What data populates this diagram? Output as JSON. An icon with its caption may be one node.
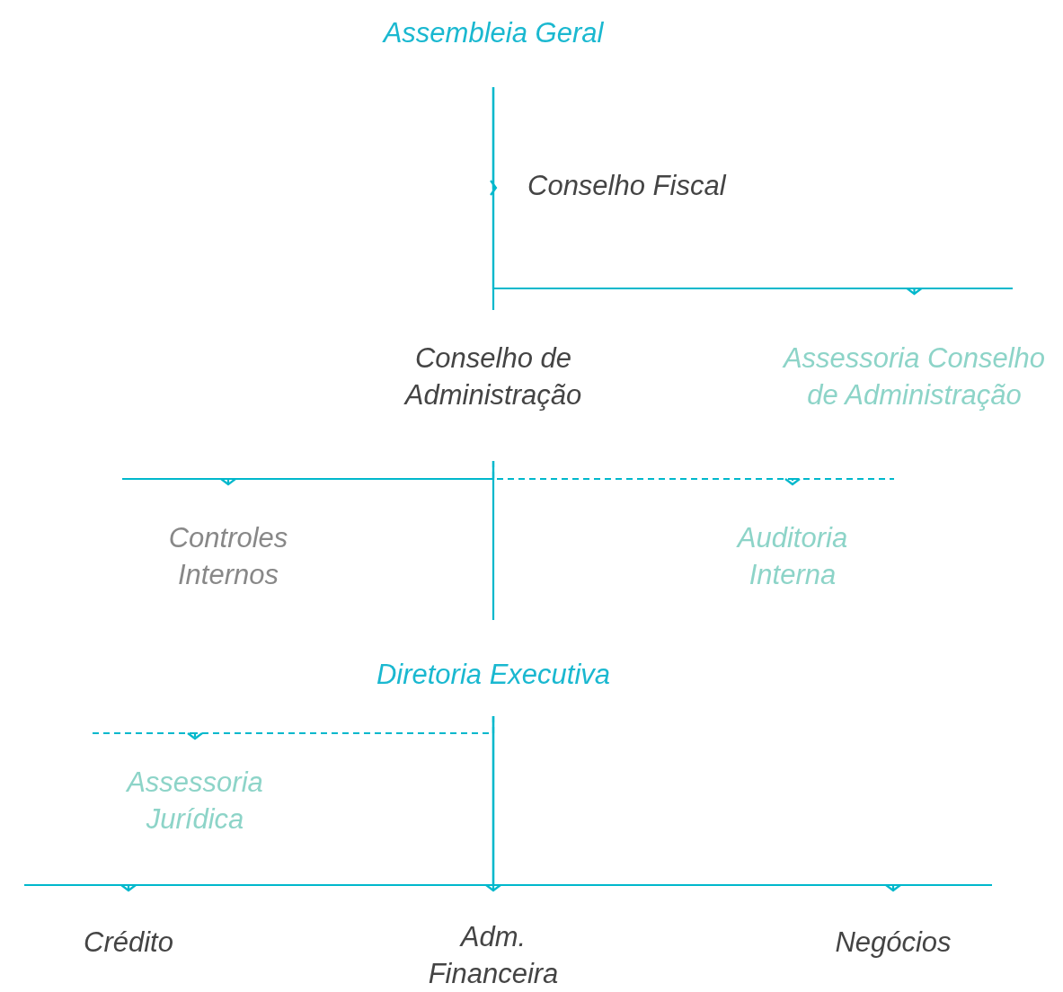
{
  "diagram": {
    "nodes": [
      {
        "text": [
          "Assembleia Geral"
        ]
      },
      {
        "text": [
          "Conselho Fiscal"
        ]
      },
      {
        "text": [
          "Conselho de Administração"
        ]
      },
      {
        "text": [
          "Assessoria Conselho de Administração"
        ]
      },
      {
        "text": [
          "Controles Internos"
        ]
      },
      {
        "text": [
          "Auditoria Interna"
        ]
      },
      {
        "text": [
          "Diretoria Executiva"
        ]
      },
      {
        "text": [
          "Assessoria Jurídica"
        ]
      },
      {
        "text": [
          "Crédito"
        ]
      },
      {
        "text": [
          "Adm. Financeira"
        ]
      },
      {
        "text": [
          "Negócios"
        ]
      }
    ],
    "edges": [
      {
        "from": 0,
        "to": 1,
        "arrow": "to"
      },
      {
        "from": 0,
        "to": 2,
        "arrow": "none"
      },
      {
        "from": 0,
        "to": 3,
        "arrow": "to"
      },
      {
        "from": 2,
        "to": 4,
        "arrow": "to"
      },
      {
        "from": 2,
        "to": 5,
        "arrow": "to",
        "style": "dashed"
      },
      {
        "from": 2,
        "to": 6,
        "arrow": "none"
      },
      {
        "from": 6,
        "to": 7,
        "arrow": "to",
        "style": "dashed"
      },
      {
        "from": 6,
        "to": 8,
        "arrow": "to"
      },
      {
        "from": 6,
        "to": 9,
        "arrow": "to"
      },
      {
        "from": 6,
        "to": 10,
        "arrow": "to"
      }
    ]
  }
}
